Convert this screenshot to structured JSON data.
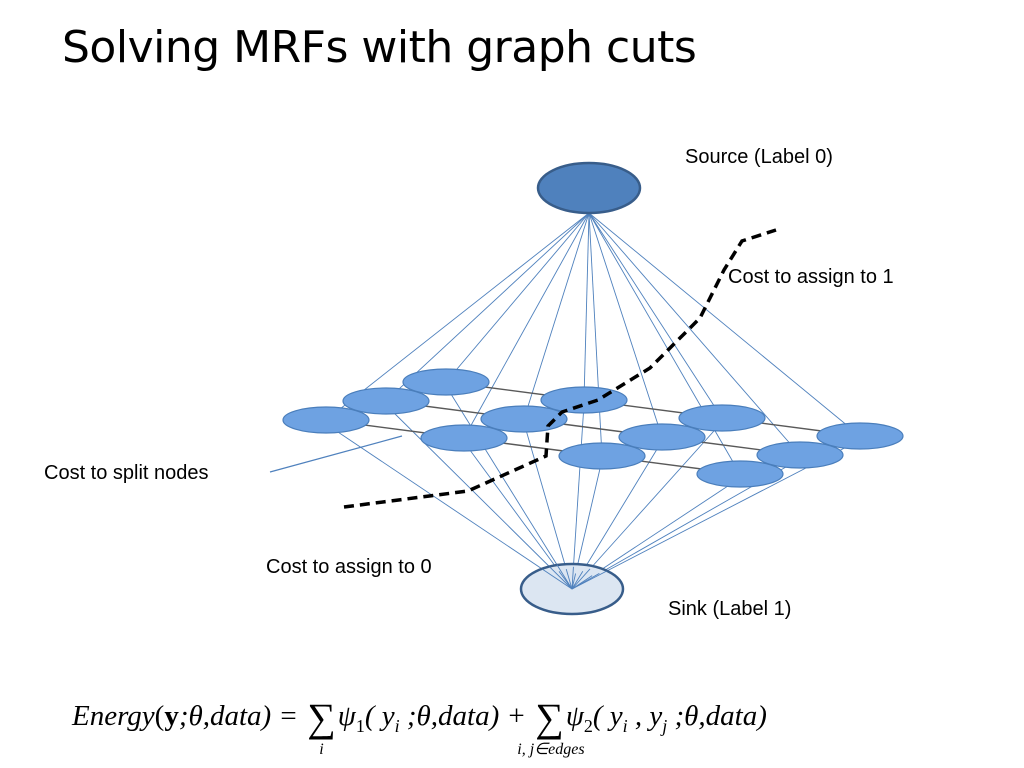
{
  "slide": {
    "title": "Solving MRFs with graph cuts"
  },
  "labels": {
    "source": "Source (Label 0)",
    "cost_assign_1": "Cost to assign to 1",
    "cost_split": "Cost to split nodes",
    "cost_assign_0": "Cost to assign to 0",
    "sink": "Sink (Label 1)"
  },
  "formula": {
    "lhs_name": "Energy",
    "lhs_args_open": "(",
    "lhs_y": "y",
    "lhs_rest": ";θ,data) = ",
    "unary_symbol": "ψ",
    "unary_sub": "1",
    "unary_args": "( y",
    "unary_yi_sub": "i",
    "unary_rest": " ;θ,data) + ",
    "pair_symbol": "ψ",
    "pair_sub": "2",
    "pair_args": "( y",
    "pair_yi_sub": "i",
    "pair_comma": " , y",
    "pair_yj_sub": "j",
    "pair_rest": " ;θ,data)",
    "sum1_index": "i",
    "sum2_index": "i, j∈edges"
  },
  "colors": {
    "source_fill": "#4f81bd",
    "source_stroke": "#385d8a",
    "node_fill": "#6ea2e2",
    "node_stroke": "#4a7ebb",
    "sink_fill": "#dce6f2",
    "sink_stroke": "#385d8a",
    "tline": "#4f81bd",
    "grid_edge": "#595959",
    "cut": "#000000"
  }
}
